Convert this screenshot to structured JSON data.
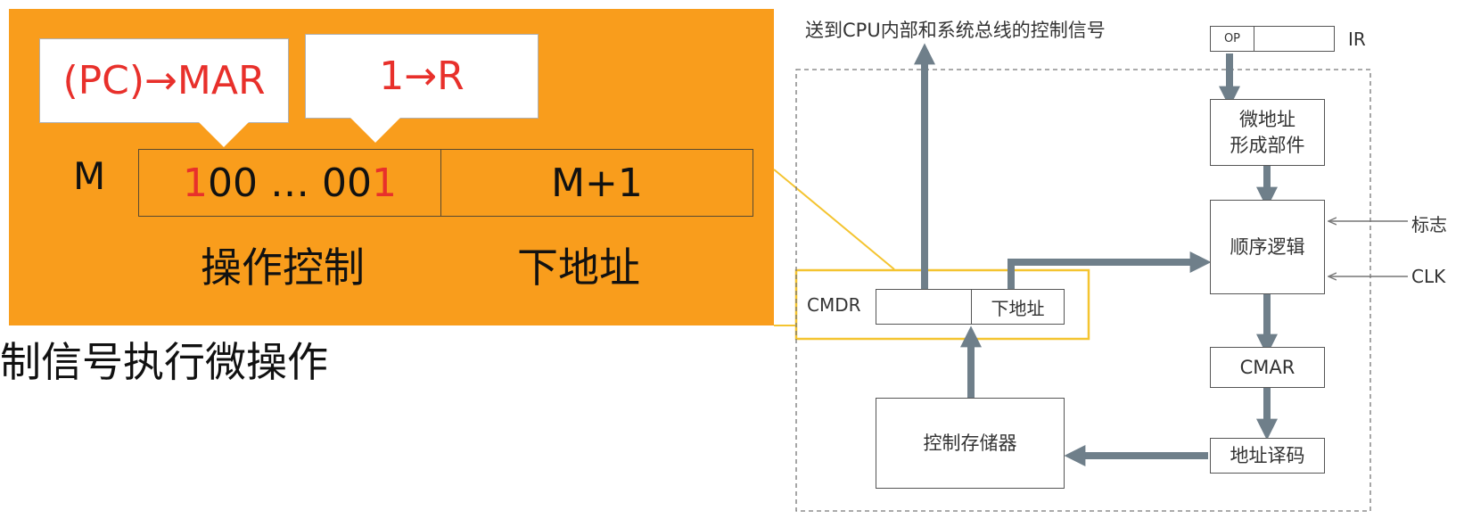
{
  "left_panel": {
    "bubble_pc_to_mar": "(PC)→MAR",
    "bubble_one_to_r": "1→R",
    "row_label": "M",
    "control_field": {
      "first_bit": "1",
      "middle": "00 … 00",
      "last_bit": "1"
    },
    "next_address_field": "M+1",
    "caption_control": "操作控制",
    "caption_next_address": "下地址",
    "bottom_text": "制信号执行微操作"
  },
  "diagram": {
    "top_signal_label": "送到CPU内部和系统总线的控制信号",
    "ir_op": "OP",
    "ir_label": "IR",
    "micro_address_unit_line1": "微地址",
    "micro_address_unit_line2": "形成部件",
    "sequence_logic": "顺序逻辑",
    "flag_input": "标志",
    "clk_input": "CLK",
    "cmdr_label": "CMDR",
    "cmdr_next_address": "下地址",
    "cmar": "CMAR",
    "address_decode": "地址译码",
    "control_store": "控制存储器"
  },
  "colors": {
    "panel_orange": "#f99d1c",
    "highlight_red": "#e8302b",
    "arrow_gray": "#6f7f8a",
    "callout_yellow": "#f4c430"
  }
}
